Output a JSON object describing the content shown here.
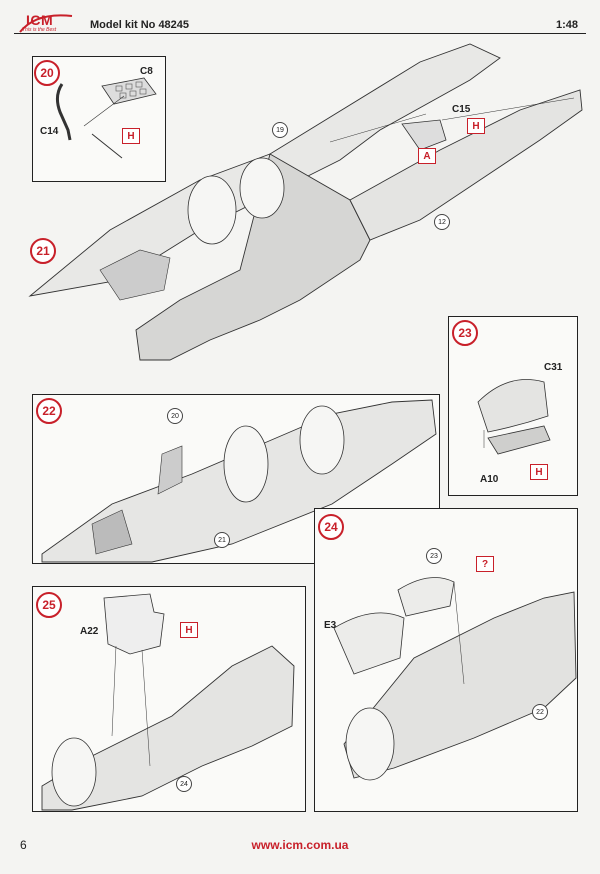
{
  "header": {
    "brand": "ICM",
    "brand_tagline": "This is the Best",
    "kit_number": "Model kit No 48245",
    "scale": "1:48"
  },
  "steps": {
    "s20": {
      "number": "20",
      "parts": {
        "c8": "C8",
        "c14": "C14"
      },
      "tag_h": "H"
    },
    "s21": {
      "number": "21",
      "parts": {
        "c15": "C15"
      },
      "tag_h": "H",
      "tag_a": "A",
      "refs": {
        "r19": "19",
        "r12": "12"
      }
    },
    "s22": {
      "number": "22",
      "refs": {
        "r20": "20",
        "r21": "21"
      }
    },
    "s23": {
      "number": "23",
      "parts": {
        "c31": "C31",
        "a10": "A10"
      },
      "tag_h": "H"
    },
    "s24": {
      "number": "24",
      "parts": {
        "e3": "E3"
      },
      "tag_q": "?",
      "refs": {
        "r23": "23",
        "r22": "22"
      }
    },
    "s25": {
      "number": "25",
      "parts": {
        "a22": "A22"
      },
      "tag_h": "H",
      "refs": {
        "r24": "24"
      }
    }
  },
  "footer": {
    "page_number": "6",
    "url": "www.icm.com.ua"
  },
  "colors": {
    "accent": "#c8202a",
    "line": "#222222"
  }
}
